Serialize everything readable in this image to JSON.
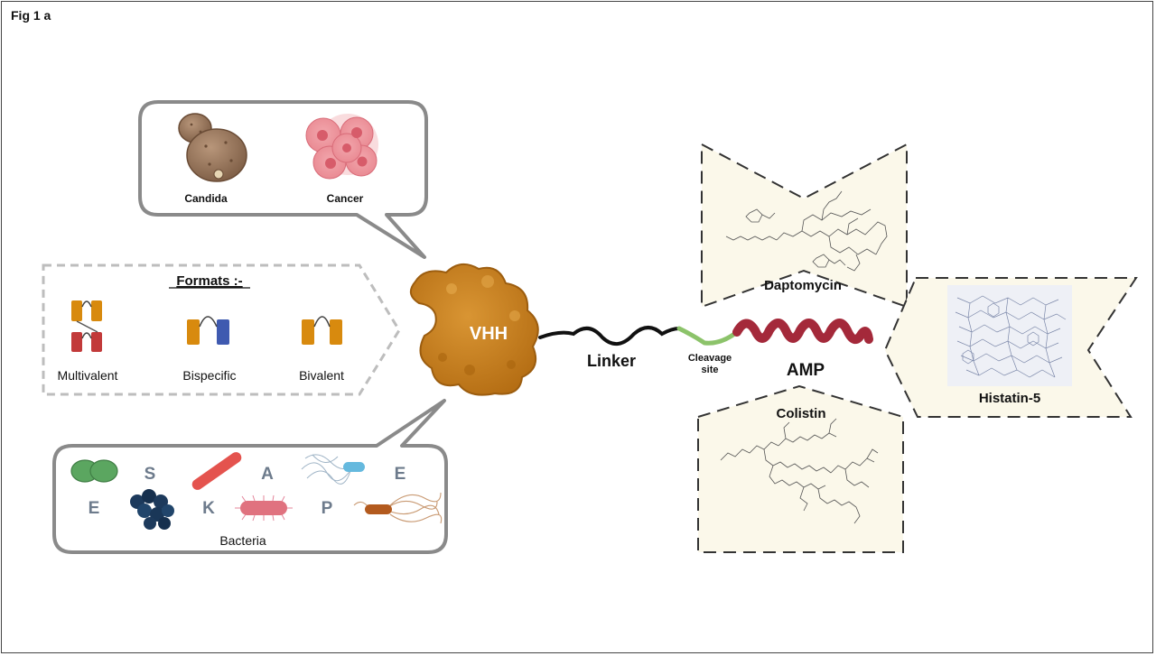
{
  "figure_label": "Fig 1 a",
  "targets_bubble": {
    "candida": "Candida",
    "cancer": "Cancer"
  },
  "formats_box": {
    "title": "Formats :-",
    "items": [
      "Multivalent",
      "Bispecific",
      "Bivalent"
    ]
  },
  "bacteria_bubble": {
    "letters": [
      "S",
      "A",
      "E",
      "E",
      "K",
      "P"
    ],
    "label": "Bacteria"
  },
  "construct": {
    "vhh": "VHH",
    "linker": "Linker",
    "cleavage_line1": "Cleavage",
    "cleavage_line2": "site",
    "amp": "AMP"
  },
  "peptides": {
    "daptomycin": "Daptomycin",
    "histatin": "Histatin-5",
    "colistin": "Colistin"
  },
  "colors": {
    "vhh": "#c9821e",
    "linker": "#111111",
    "cleavage": "#8cc36a",
    "amp": "#a4293a",
    "panel_fill": "#fbf8ea",
    "blue_domain": "#3f5ab0"
  }
}
